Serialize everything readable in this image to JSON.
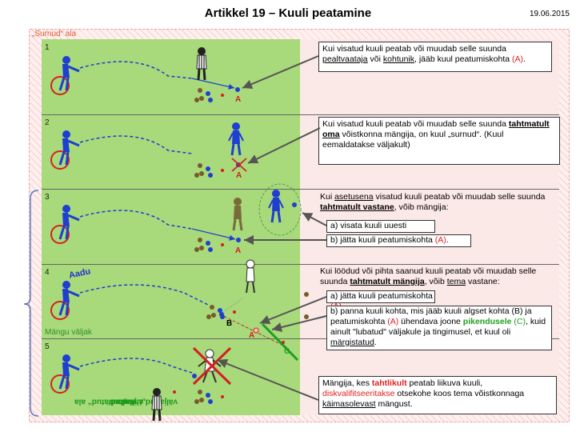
{
  "header": {
    "title": "Artikkel 19 – Kuuli peatamine",
    "date": "19.06.2015"
  },
  "area_label": "„Surnud“ ala",
  "side_label": {
    "q1": "„Lubatud“",
    "mid": " väljakud ehk „Lubatud“ ala ",
    "team": "Aadu",
    "end": " jaoks"
  },
  "panels": [
    {
      "num": "1",
      "text": [
        "Kui visatud kuuli peatab või muudab selle suunda ",
        "pealtvaataja",
        " või ",
        "kohtunik",
        ", jääb kuul peatumiskohta ",
        "(A)",
        "."
      ],
      "marker": "A"
    },
    {
      "num": "2",
      "text": [
        "Kui visatud kuuli peatab või muudab selle suunda ",
        "tahtmatult oma",
        " võistkonna mängija, on kuul „surnud“. (Kuul eemaldatakse väljakult)"
      ],
      "marker": "A"
    },
    {
      "num": "3",
      "intro": [
        "Kui ",
        "asetusena",
        " visatud kuuli peatab või muudab selle suunda ",
        "tahtmatult vastane",
        ", võib mängija:"
      ],
      "opt_a": "a)  visata kuuli uuesti",
      "opt_b": [
        "b)  jätta kuuli peatumiskohta ",
        "(A)",
        "."
      ],
      "marker": "A"
    },
    {
      "num": "4",
      "intro": [
        "Kui löödud või pihta saanud kuuli peatab või muudab selle suunda ",
        "tahtmatult mängija",
        ", võib ",
        "tema",
        " vastane:"
      ],
      "opt_a": [
        "a)  jätta kuuli peatumiskohta ",
        "(A)"
      ],
      "opt_b": [
        "b)  panna kuuli kohta, mis jääb kuuli algset kohta (B) ja peatumiskohta ",
        "(A)",
        " ühendava joone ",
        "pikendusele",
        " ",
        "(C)",
        ", kuid ainult \"lubatud\" väljakule ja tingimusel, et kuul oli ",
        "märgistatud",
        "."
      ],
      "team_label": "Aadu",
      "field_label": "Mängu väljak",
      "markers": [
        "A",
        "B",
        "C"
      ]
    },
    {
      "num": "5",
      "text": [
        "Mängija, kes ",
        "tahtlikult",
        " peatab liikuva kuuli, ",
        "diskvalifitseeritakse",
        " otsekohe koos tema võistkonnaga ",
        "käimasolevast",
        " mängust."
      ]
    }
  ],
  "colors": {
    "field": "#a8d97a",
    "text_bg": "#fbe9e7",
    "player": "#1f3fd0",
    "accent_red": "#e0201f",
    "accent_green": "#1fa01f"
  }
}
